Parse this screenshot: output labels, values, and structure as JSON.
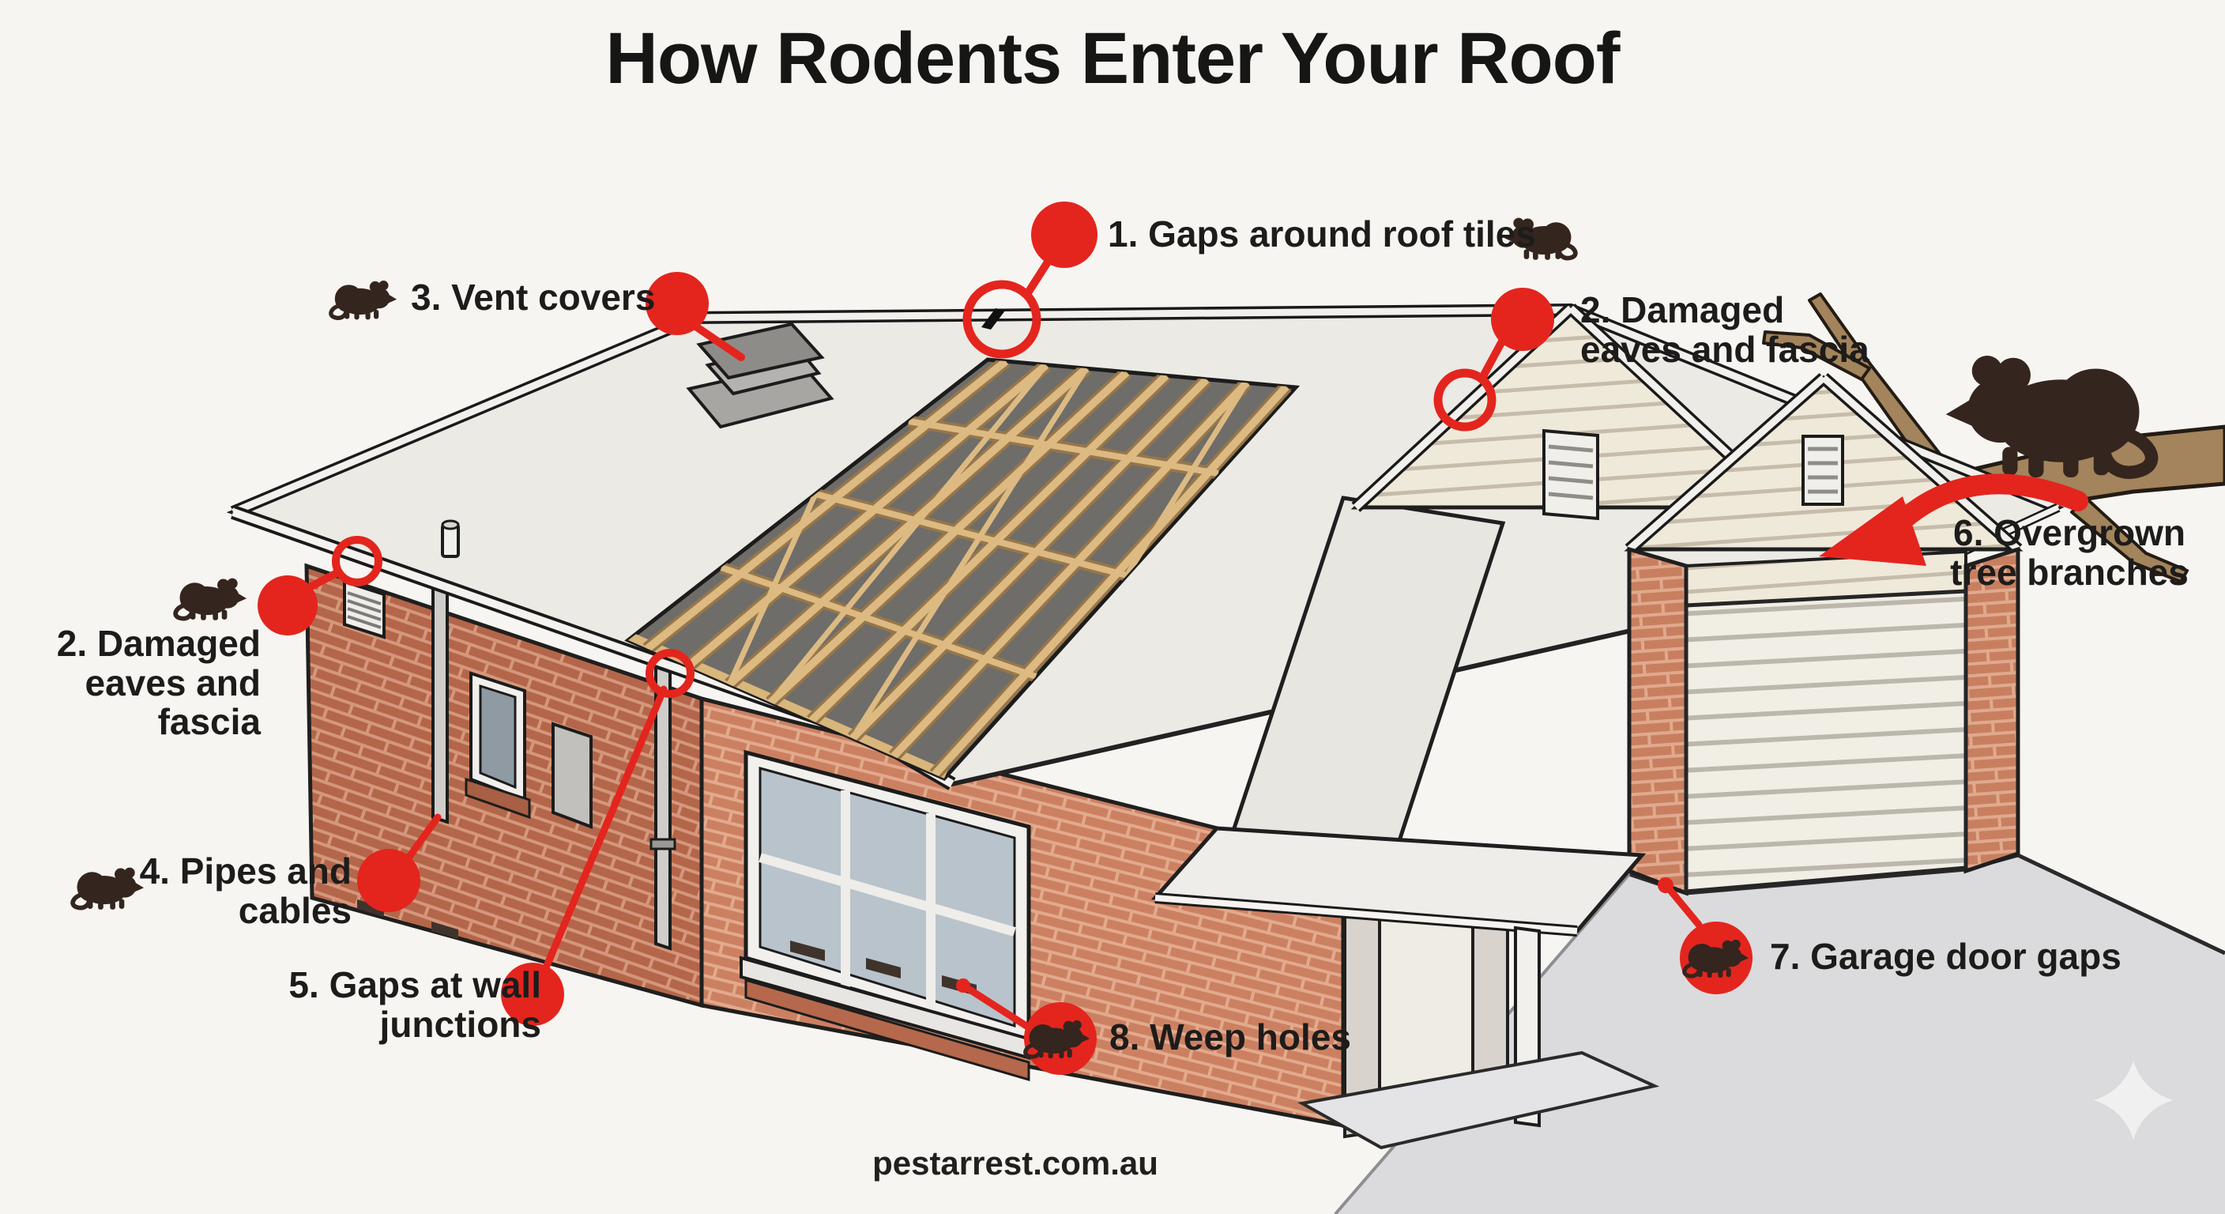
{
  "title": "How Rodents Enter Your Roof",
  "website": "pestarrest.com.au",
  "labels": {
    "point1": "1. Gaps around roof tiles",
    "point2_right": "2. Damaged\neaves and fascia",
    "point2_left": "2. Damaged\neaves and\nfascia",
    "point3": "3. Vent covers",
    "point4": "4. Pipes and\ncables",
    "point5": "5. Gaps at wall\njunctions",
    "point6": "6. Overgrown\ntree branches",
    "point7": "7. Garage door gaps",
    "point8": "8. Weep holes"
  },
  "colors": {
    "background": "#f7f5f1",
    "text": "#1d1c1b",
    "accent_red": "#e3251e",
    "brick_front": "#cc8062",
    "brick_side": "#b4664a",
    "roof": "#eceae5",
    "siding": "#efe9da",
    "timber": "#dcba82",
    "truss_shadow": "#6f6d69",
    "driveway": "#dbdbdd",
    "rat_silhouette": "#34251e",
    "branch": "#a3845c"
  },
  "icons": {
    "rat": "rat-silhouette-icon",
    "entry_marker": "red-dot-marker-icon",
    "entry_ring": "red-ring-marker-icon",
    "tree_arrow": "curved-red-arrow-icon",
    "sparkle": "sparkle-icon"
  }
}
